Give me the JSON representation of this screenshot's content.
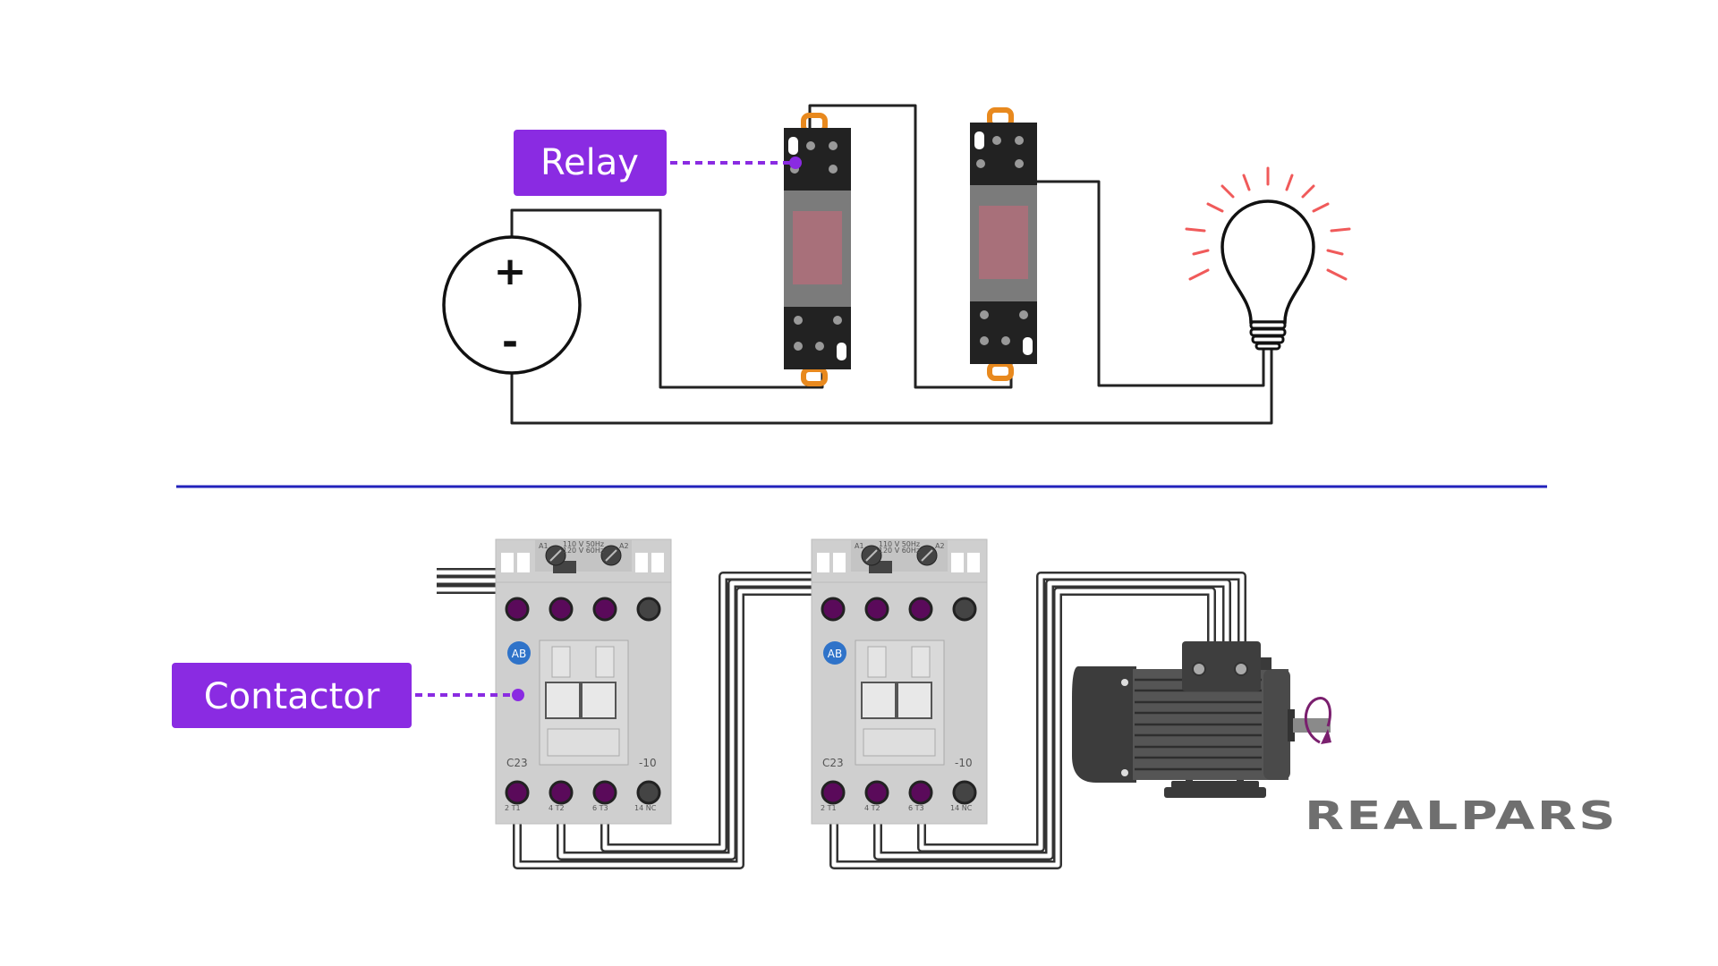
{
  "relay_section": {
    "label": "Relay",
    "battery": {
      "plus": "+",
      "minus": "-"
    },
    "relay_count": 2,
    "load": "light-bulb-icon"
  },
  "contactor_section": {
    "label": "Contactor",
    "contactors": [
      {
        "coil_left": "A1",
        "coil_right": "A2",
        "rating_1": "110 V 50Hz",
        "rating_2": "120 V 60Hz",
        "brand": "AB",
        "model": "C23",
        "suffix": "-10",
        "bottom_terminals": [
          "2 T1",
          "4 T2",
          "6 T3",
          "14 NC"
        ]
      },
      {
        "coil_left": "A1",
        "coil_right": "A2",
        "rating_1": "110 V 50Hz",
        "rating_2": "120 V 60Hz",
        "brand": "AB",
        "model": "C23",
        "suffix": "-10",
        "bottom_terminals": [
          "2 T1",
          "4 T2",
          "6 T3",
          "14 NC"
        ]
      }
    ],
    "load": "motor-icon"
  },
  "colors": {
    "accent": "#8a2be2",
    "divider": "#2222bb",
    "wire": "#222222",
    "logo": "#6f6f6f",
    "ray": "#f05a5a",
    "relay_tab": "#e8891e"
  },
  "logo": {
    "text": "REALPARS"
  }
}
